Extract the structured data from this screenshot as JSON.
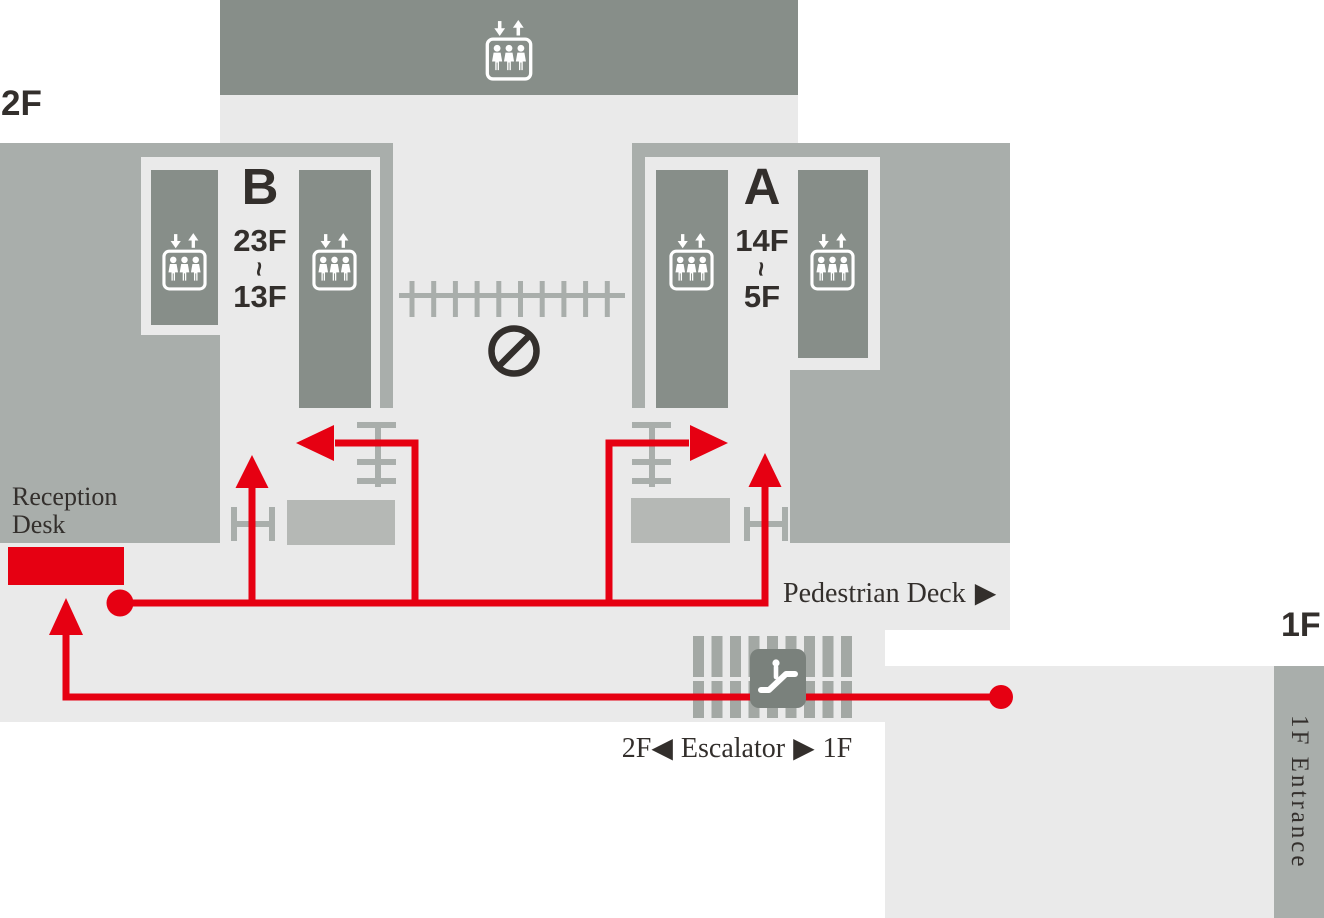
{
  "colors": {
    "red": "#e60012",
    "dark_gray": "#878e89",
    "medium_gray": "#a9aeab",
    "light_gray": "#eaeaea",
    "soft_gray": "#b5b8b5",
    "hatch_gray": "#a3a8a4",
    "badge_gray": "#7a817c",
    "text_dark": "#332f2c"
  },
  "labels": {
    "floor_2f": "2F",
    "floor_1f": "1F",
    "reception_line1": "Reception",
    "reception_line2": "Desk",
    "pedestrian_deck": "Pedestrian Deck",
    "pedestrian_arrow": "▶",
    "esc_left_floor": "2F",
    "esc_left_arrow": "◀",
    "esc_label": "Escalator",
    "esc_right_arrow": "▶",
    "esc_right_floor": "1F",
    "entrance_1f": "1F Entrance"
  },
  "bank_b": {
    "name": "B",
    "floor_top": "23F",
    "range_tilde": "~",
    "floor_bottom": "13F"
  },
  "bank_a": {
    "name": "A",
    "floor_top": "14F",
    "range_tilde": "~",
    "floor_bottom": "5F"
  },
  "icons": {
    "elevator": "elevator-icon",
    "escalator": "escalator-icon",
    "no_entry": "no-entry-icon"
  }
}
